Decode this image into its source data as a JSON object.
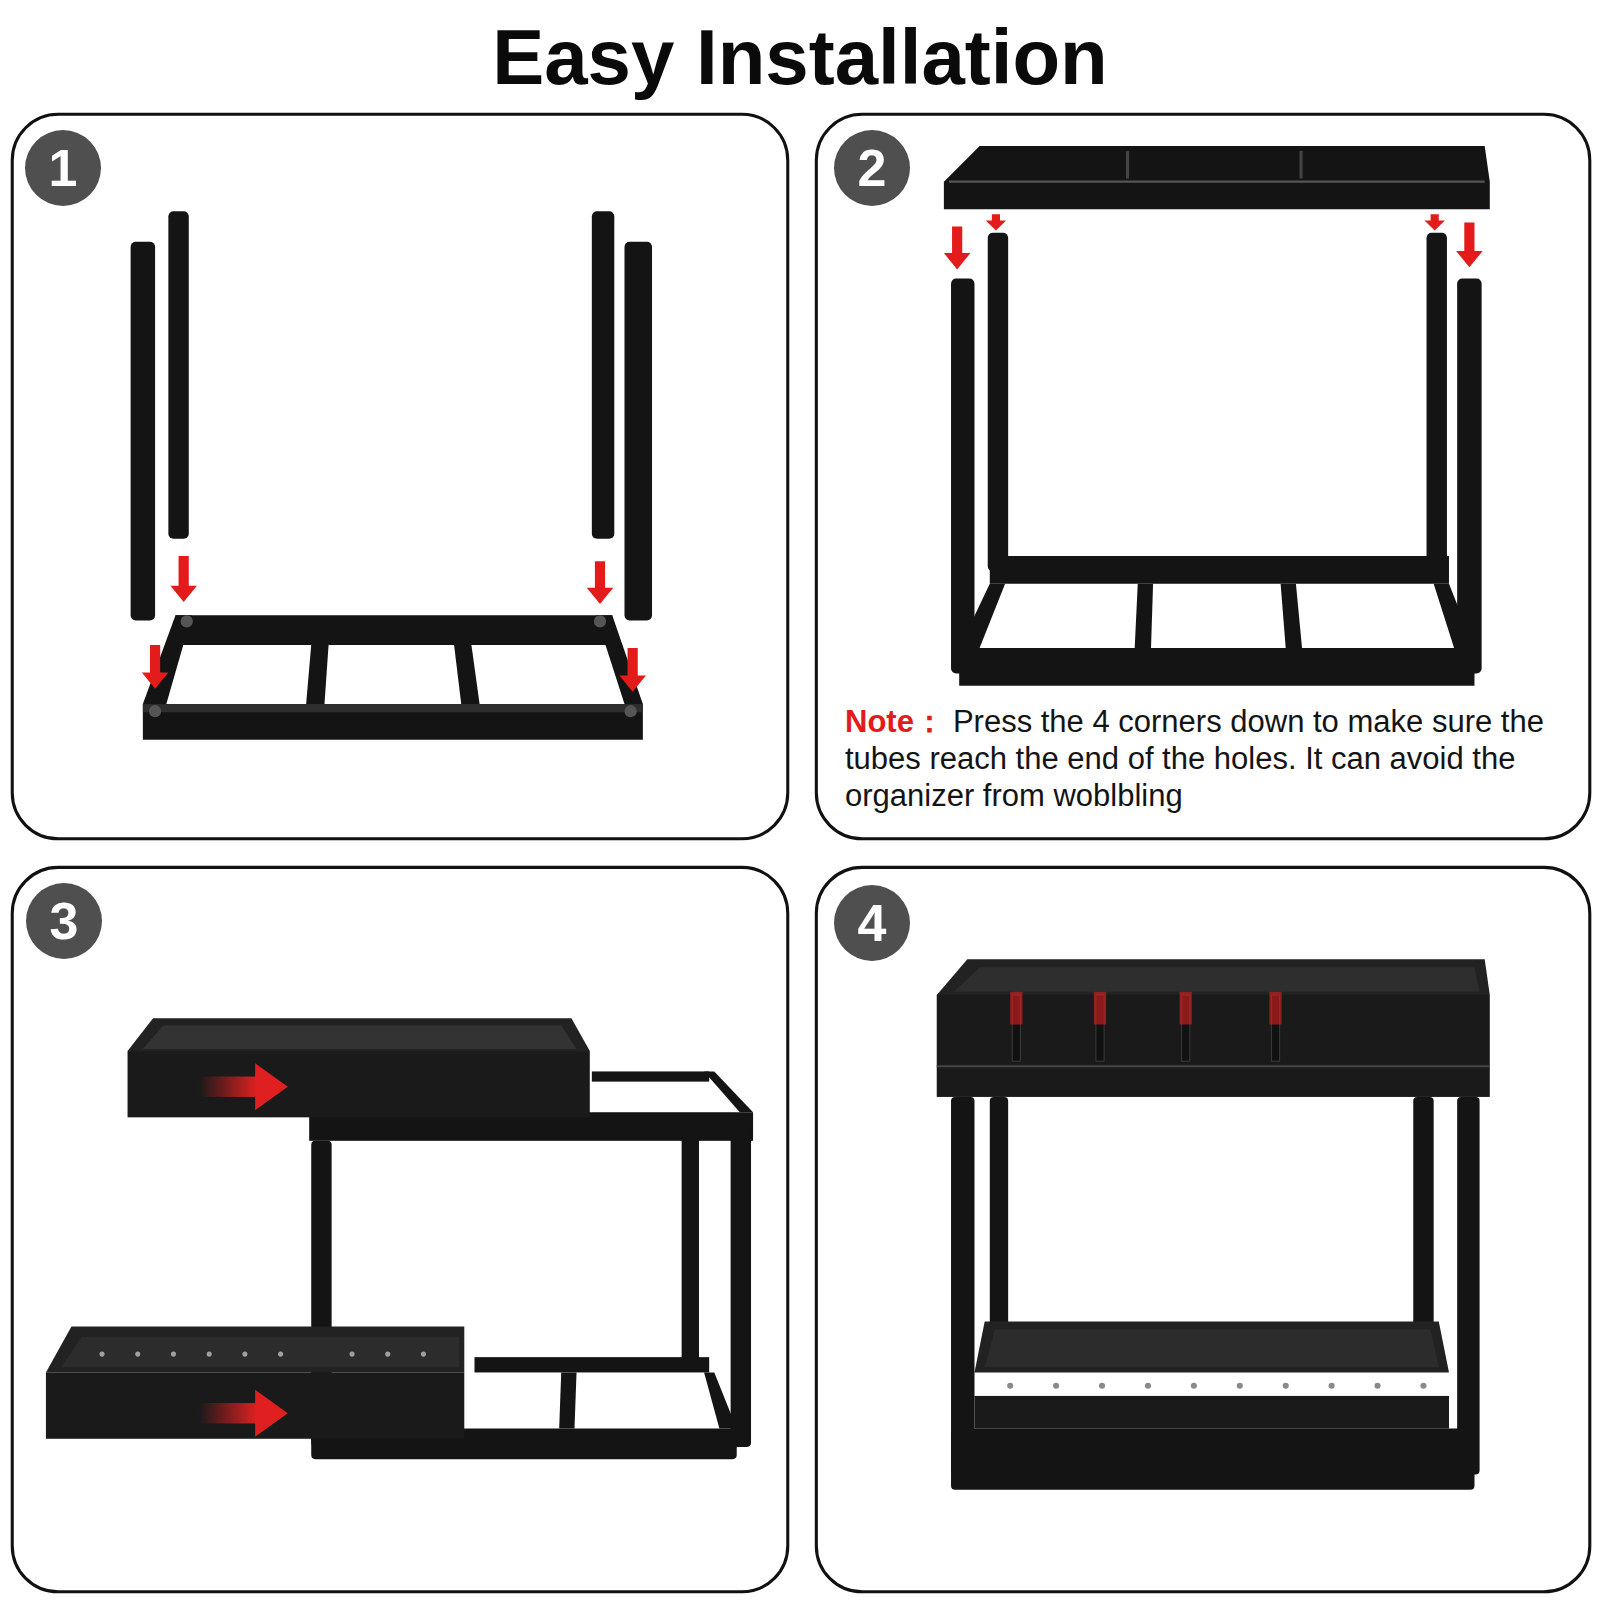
{
  "diagram": {
    "title": "Easy Installation",
    "nodes": [
      {
        "text": [
          "1"
        ]
      },
      {
        "text": [
          "2"
        ]
      },
      {
        "text": [
          "3"
        ]
      },
      {
        "text": [
          "4"
        ]
      }
    ],
    "labels": [
      "Note：",
      "Press the 4 corners down to make sure the tubes reach the end of the holes. It can avoid the organizer from woblbling"
    ]
  }
}
